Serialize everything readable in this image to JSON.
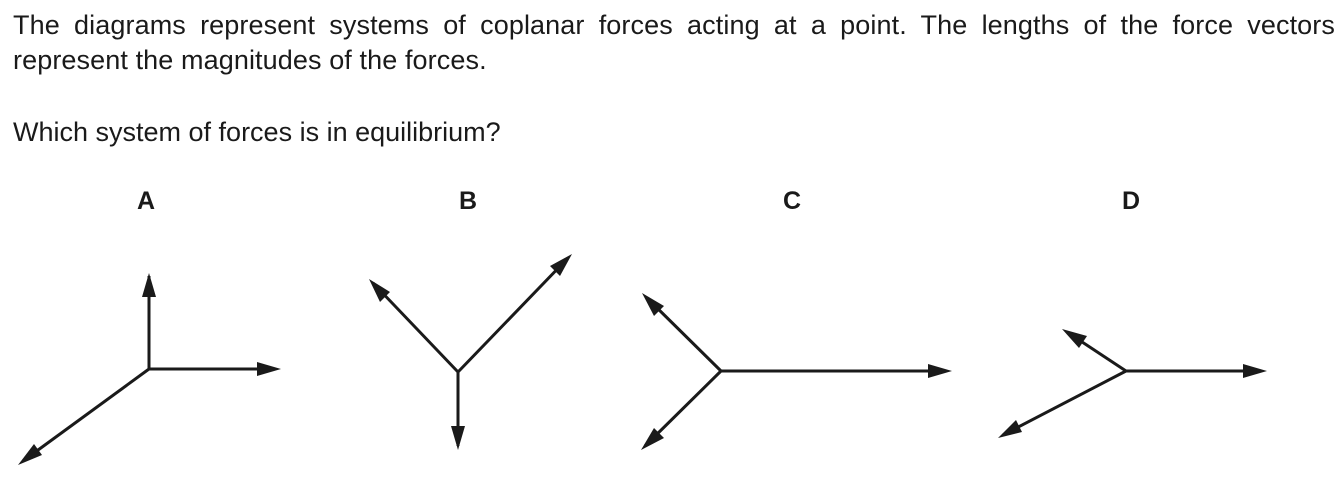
{
  "question": {
    "stem": "The diagrams represent systems of coplanar forces acting at a point. The lengths of the force vectors represent the magnitudes of the forces.",
    "prompt": "Which system of forces is in equilibrium?"
  },
  "options": [
    {
      "label": "A"
    },
    {
      "label": "B"
    },
    {
      "label": "C"
    },
    {
      "label": "D"
    }
  ]
}
